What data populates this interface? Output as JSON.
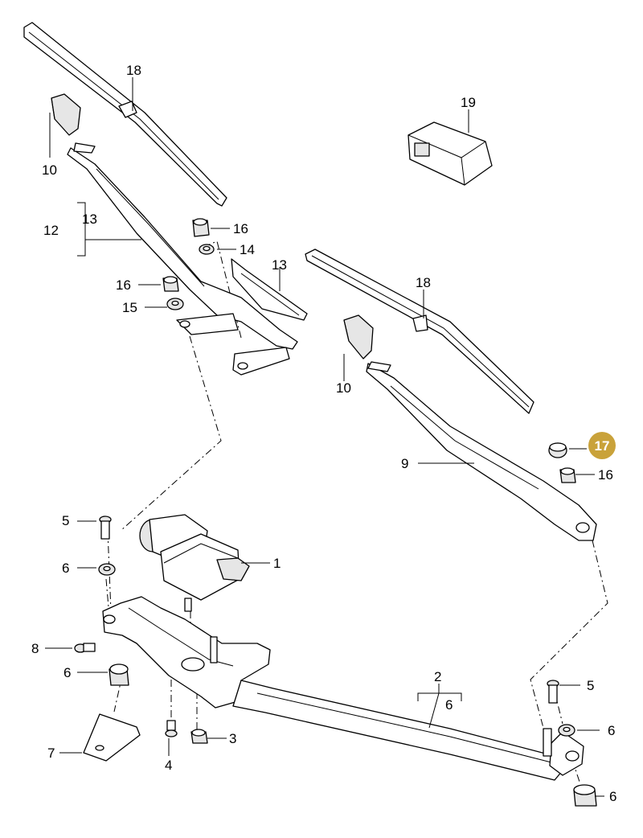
{
  "diagram": {
    "labels": {
      "wiper_motor": "1",
      "linkage": "2",
      "nut_3": "3",
      "screw_4": "4",
      "screw_5": "5",
      "bush_6": "6",
      "bracket_7": "7",
      "screw_8": "8",
      "wiper_arm_right": "9",
      "cap_10": "10",
      "wiper_arm_left": "12",
      "spoiler_13": "13",
      "washer_14": "14",
      "washer_15": "15",
      "nut_16": "16",
      "cap_17": "17",
      "wiper_blade": "18",
      "module_19": "19"
    },
    "highlight_color": "#c9a23a"
  }
}
